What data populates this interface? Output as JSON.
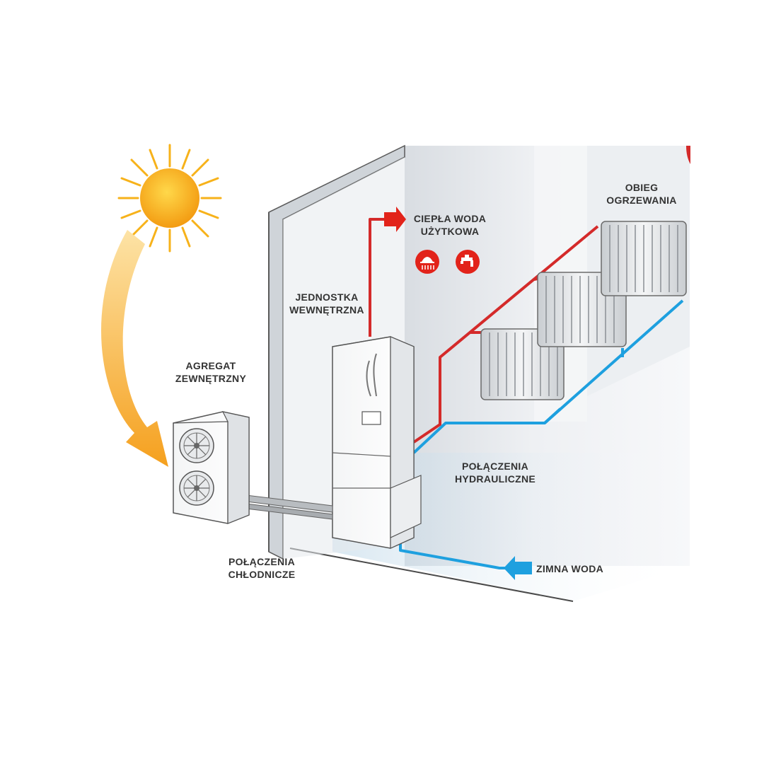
{
  "colors": {
    "hot_pipe": "#d42a2a",
    "cold_pipe": "#1ea0df",
    "sun": "#f7b21a",
    "arc_arrow": "#f5a623",
    "label_text": "#333333",
    "icon_red": "#e2231a"
  },
  "icons": [
    "sun-icon",
    "shower-icon",
    "faucet-icon",
    "fan-icon",
    "arrow-right-icon",
    "arrow-left-icon"
  ],
  "labels": {
    "outdoor_unit": [
      "AGREGAT",
      "ZEWNĘTRZNY"
    ],
    "indoor_unit": [
      "JEDNOSTKA",
      "WEWNĘTRZNA"
    ],
    "hot_water": [
      "CIEPŁA WODA",
      "UŻYTKOWA"
    ],
    "heating_circuit": [
      "OBIEG",
      "OGRZEWANIA"
    ],
    "hydraulic_connections": [
      "POŁĄCZENIA",
      "HYDRAULICZNE"
    ],
    "refrigerant_connections": [
      "POŁĄCZENIA",
      "CHŁODNICZE"
    ],
    "cold_water": "ZIMNA WODA"
  }
}
